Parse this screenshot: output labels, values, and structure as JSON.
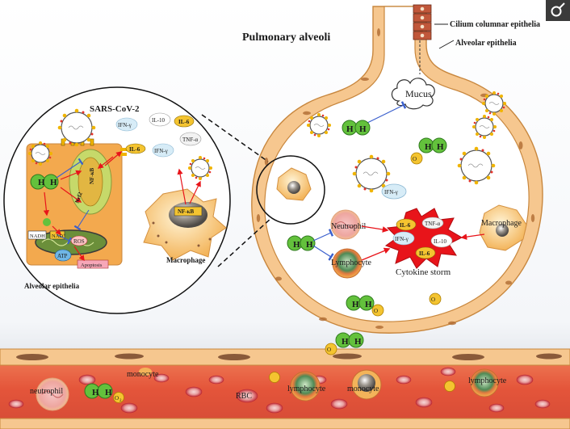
{
  "labels": {
    "pulmonary_alveoli": "Pulmonary alveoli",
    "cilium_columnar_epithelia": "Cilium columnar epithelia",
    "alveolar_epithelia_top": "Alveolar epithelia",
    "sars_cov_2": "SARS-CoV-2",
    "il10_inset": "IL-10",
    "il6_inset_top": "IL-6",
    "ifng_inset_1": "IFN-γ",
    "ifng_inset_2": "IFN-γ",
    "tnfa_inset": "TNF-α",
    "il6_inset_cell": "IL-6",
    "nfkb_cell": "NF-κB",
    "nrf2": "Nrf2",
    "nfkb_macrophage": "NF-κB",
    "macrophage_inset": "Macrophage",
    "h_letter": "H",
    "nadh": "NADH",
    "nad_plus": "NAD⁺",
    "ros": "ROS",
    "atp": "ATP",
    "apoptosis": "Apoptosis",
    "alveolar_epithelia_inset": "Alveolar epithelia",
    "mucus": "Mucus",
    "o2_sub": "O",
    "o2_num": "2",
    "ifng_alveolus": "IFN-γ",
    "neutrophil_alveolus": "Neutrophil",
    "lymphocyte_alveolus": "Lymphocyte",
    "macrophage_alveolus": "Macrophage",
    "storm_il6_a": "IL-6",
    "storm_tnfa": "TNF-α",
    "storm_ifng": "IFN-γ",
    "storm_il10": "IL-10",
    "storm_il6_b": "IL-6",
    "cytokine_storm": "Cytokine storm",
    "vessel_neutrophil": "neutrophil",
    "vessel_monocyte_1": "monocyte",
    "vessel_rbc": "RBC",
    "vessel_lymphocyte_1": "lymphocyte",
    "vessel_monocyte_2": "monocyte",
    "vessel_lymphocyte_2": "lymphocyte"
  },
  "colors": {
    "epithelia_fill": "#f5c48a",
    "epithelia_stroke": "#c8873e",
    "vessel_fill": "#e25a3c",
    "rbc_fill": "#d8433d",
    "storm_fill": "#e8141a",
    "h_fill": "#63c13c",
    "o2_fill": "#f4c430",
    "arrow_red": "#e8141a",
    "inhibit_blue": "#3a5fcd"
  },
  "icons": {
    "corner": "female-symbol-icon"
  }
}
